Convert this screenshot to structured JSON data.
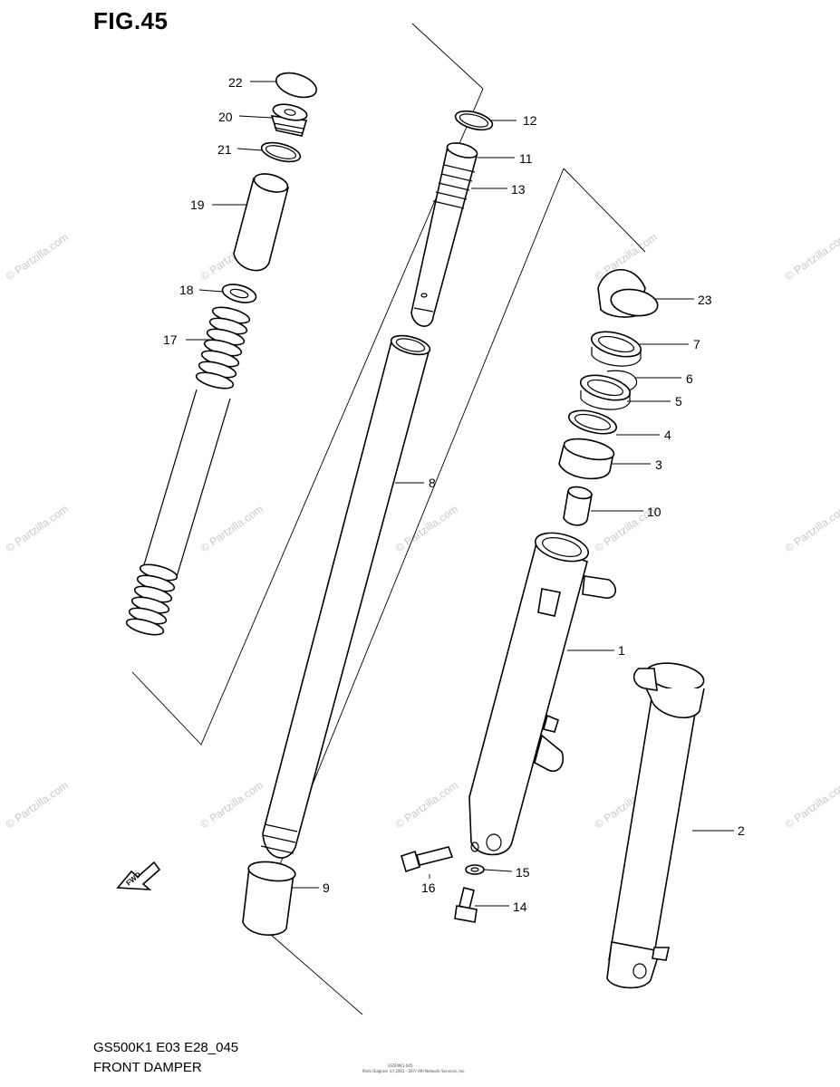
{
  "figure": {
    "title": "FIG.45",
    "model_code": "GS500K1 E03 E28_045",
    "assembly_name": "FRONT DAMPER",
    "credit_line": "Parts Diagram (c) 2001 - 20?? ARI Network Services, Inc.",
    "diagram_id": "GS500K1-045"
  },
  "watermark": {
    "text": "© Partzilla.com"
  },
  "fwd_marker": {
    "text": "FWD"
  },
  "callouts": [
    {
      "id": "c22",
      "number": "22"
    },
    {
      "id": "c20",
      "number": "20"
    },
    {
      "id": "c21",
      "number": "21"
    },
    {
      "id": "c19",
      "number": "19"
    },
    {
      "id": "c18",
      "number": "18"
    },
    {
      "id": "c17",
      "number": "17"
    },
    {
      "id": "c12",
      "number": "12"
    },
    {
      "id": "c11",
      "number": "11"
    },
    {
      "id": "c13",
      "number": "13"
    },
    {
      "id": "c8",
      "number": "8"
    },
    {
      "id": "c9",
      "number": "9"
    },
    {
      "id": "c23",
      "number": "23"
    },
    {
      "id": "c7",
      "number": "7"
    },
    {
      "id": "c6",
      "number": "6"
    },
    {
      "id": "c5",
      "number": "5"
    },
    {
      "id": "c4",
      "number": "4"
    },
    {
      "id": "c3",
      "number": "3"
    },
    {
      "id": "c10",
      "number": "10"
    },
    {
      "id": "c1",
      "number": "1"
    },
    {
      "id": "c2",
      "number": "2"
    },
    {
      "id": "c15",
      "number": "15"
    },
    {
      "id": "c16",
      "number": "16"
    },
    {
      "id": "c14",
      "number": "14"
    }
  ]
}
